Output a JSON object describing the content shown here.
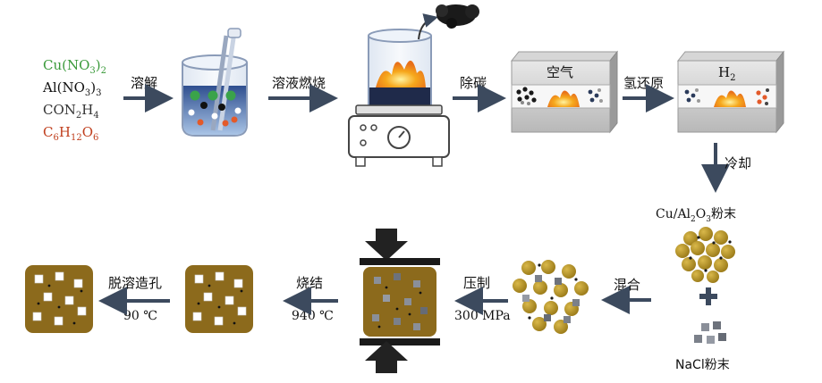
{
  "reagents": {
    "cu": "Cu(NO",
    "cu_sub": "3",
    "cu_tail": ")",
    "cu_sub2": "2",
    "al": "Al(NO",
    "al_sub": "3",
    "al_tail": ")",
    "al_sub2": "3",
    "con": "CON",
    "con_sub": "2",
    "con_tail": "H",
    "con_sub2": "4",
    "glu": "C",
    "glu_sub": "6",
    "glu_mid": "H",
    "glu_sub2": "12",
    "glu_tail": "O",
    "glu_sub3": "6"
  },
  "steps": {
    "dissolve": "溶解",
    "combust": "溶液燃烧",
    "decarb": "除碳",
    "reduce": "氢还原",
    "cool": "冷却",
    "mix": "混合",
    "press": "压制",
    "press_val": "300 MPa",
    "sinter": "烧结",
    "sinter_val": "940 ℃",
    "dissolve_pore": "脱溶造孔",
    "dissolve_pore_val": "90 ℃"
  },
  "furnace": {
    "air": "空气",
    "h2": "H",
    "h2_sub": "2"
  },
  "products": {
    "cu_al2o3": "Cu/Al",
    "cu_al2o3_sub": "2",
    "cu_al2o3_mid": "O",
    "cu_al2o3_sub2": "3",
    "cu_al2o3_tail": "粉末",
    "nacl": "NaCl粉末"
  },
  "colors": {
    "cu_green": "#3a9a3a",
    "glucose_red": "#c0401f",
    "arrow": "#3c4a5e",
    "gold": "#b8962a",
    "sample": "#8c6a1c"
  }
}
